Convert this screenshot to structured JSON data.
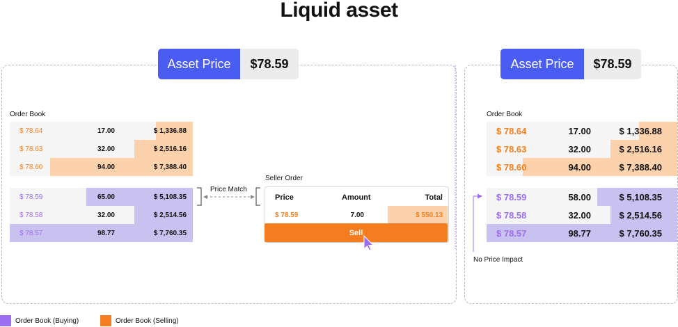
{
  "title": "Liquid asset",
  "colors": {
    "buy_bar": "#c9c1f0",
    "sell_bar": "#fcd2ad",
    "buy_text": "#9c6ff0",
    "sell_text": "#f4801f",
    "accent": "#4a5cf2",
    "sell_button": "#f57c1f"
  },
  "left": {
    "asset_label": "Asset Price",
    "asset_value": "$78.59",
    "order_book_label": "Order Book",
    "sell_rows": [
      {
        "price": "$ 78.64",
        "amount": "17.00",
        "total": "$ 1,336.88",
        "fill": 0.2
      },
      {
        "price": "$ 78.63",
        "amount": "32.00",
        "total": "$ 2,516.16",
        "fill": 0.32
      },
      {
        "price": "$ 78.60",
        "amount": "94.00",
        "total": "$ 7,388.40",
        "fill": 0.78
      }
    ],
    "buy_rows": [
      {
        "price": "$ 78.59",
        "amount": "65.00",
        "total": "$ 5,108.35",
        "fill": 0.58
      },
      {
        "price": "$ 78.58",
        "amount": "32.00",
        "total": "$ 2,514.56",
        "fill": 0.32
      },
      {
        "price": "$ 78.57",
        "amount": "98.77",
        "total": "$ 7,760.35",
        "fill": 1.0
      }
    ],
    "price_match_label": "Price Match",
    "seller_order": {
      "label": "Seller Order",
      "headers": [
        "Price",
        "Amount",
        "Total"
      ],
      "price": "$ 78.59",
      "amount": "7.00",
      "total": "$ 550.13",
      "sell_label": "Sell"
    }
  },
  "right": {
    "asset_label": "Asset Price",
    "asset_value": "$78.59",
    "order_book_label": "Order Book",
    "sell_rows": [
      {
        "price": "$ 78.64",
        "amount": "17.00",
        "total": "$ 1,336.88",
        "fill": 0.2
      },
      {
        "price": "$ 78.63",
        "amount": "32.00",
        "total": "$ 2,516.16",
        "fill": 0.35
      },
      {
        "price": "$ 78.60",
        "amount": "94.00",
        "total": "$ 7,388.40",
        "fill": 0.81
      }
    ],
    "buy_rows": [
      {
        "price": "$ 78.59",
        "amount": "58.00",
        "total": "$ 5,108.35",
        "fill": 0.42
      },
      {
        "price": "$ 78.58",
        "amount": "32.00",
        "total": "$ 2,514.56",
        "fill": 0.35
      },
      {
        "price": "$ 78.57",
        "amount": "98.77",
        "total": "$ 7,760.35",
        "fill": 1.0
      }
    ],
    "no_price_impact_label": "No Price Impact"
  },
  "legend": {
    "buying_label": "Order Book (Buying)",
    "selling_label": "Order Book (Selling)"
  }
}
